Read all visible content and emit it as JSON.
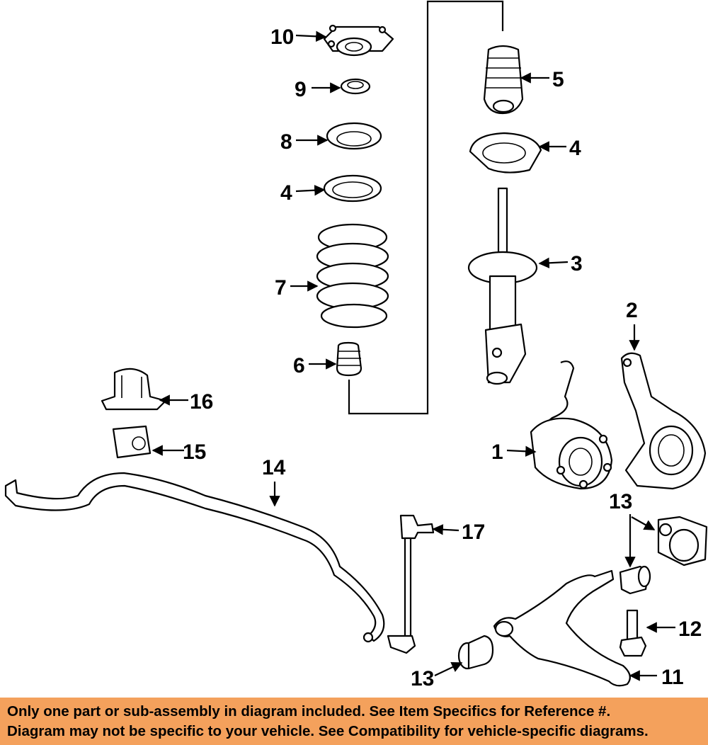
{
  "callouts": {
    "c1": "1",
    "c2": "2",
    "c3": "3",
    "c4a": "4",
    "c4b": "4",
    "c5": "5",
    "c6": "6",
    "c7": "7",
    "c8": "8",
    "c9": "9",
    "c10": "10",
    "c11": "11",
    "c12": "12",
    "c13a": "13",
    "c13b": "13",
    "c14": "14",
    "c15": "15",
    "c16": "16",
    "c17": "17"
  },
  "banner": {
    "line1": "Only one part or sub-assembly in diagram included. See Item Specifics for Reference #.",
    "line2": "Diagram may not be specific to your vehicle. See Compatibility for vehicle-specific diagrams."
  },
  "colors": {
    "banner_background": "#f4a15c",
    "line_art": "#000000"
  }
}
